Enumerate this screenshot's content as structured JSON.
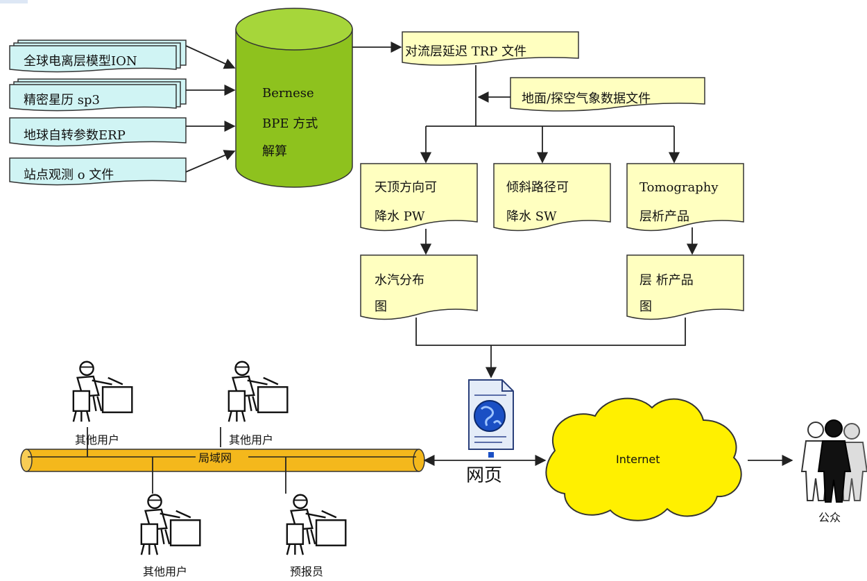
{
  "inputs": {
    "ion": "全球电离层模型ION",
    "sp3": "精密星历 sp3",
    "erp": "地球自转参数ERP",
    "obs": "站点观测 o 文件"
  },
  "solver": {
    "line1": "Bernese",
    "line2": "BPE  方式",
    "line3": "解算"
  },
  "trp_file": "对流层延迟 TRP 文件",
  "met_file": "地面/探空气象数据文件",
  "products": {
    "pw_line1": "天顶方向可",
    "pw_line2": "降水 PW",
    "sw_line1": "倾斜路径可",
    "sw_line2": "降水 SW",
    "tomo_line1": "Tomography",
    "tomo_line2": "层析产品"
  },
  "maps": {
    "vapor_line1": "水汽分布",
    "vapor_line2": "图",
    "tomo_map_line1": "层 析产品",
    "tomo_map_line2": "图"
  },
  "network": {
    "lan": "局域网",
    "webpage": "网页",
    "internet": "Internet",
    "public": "公众",
    "user1": "其他用户",
    "user2": "其他用户",
    "user3": "其他用户",
    "forecaster": "预报员"
  },
  "colors": {
    "doc_fill": "#ffffc0",
    "input_fill": "#d0f4f4",
    "cylinder_fill": "#8ec21e",
    "cloud_fill": "#fff000",
    "lan_fill": "#f4b81c"
  }
}
